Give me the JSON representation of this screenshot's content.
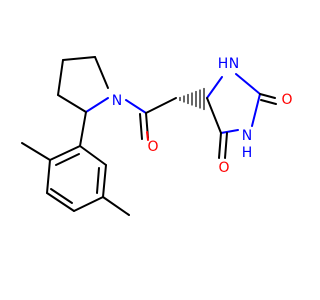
{
  "colors": {
    "background": "#ffffff",
    "carbon_bond": "#000000",
    "oxygen": "#ff0000",
    "nitrogen": "#0000ff"
  },
  "atoms": {
    "n_pyrrolidine": "N",
    "n_imid_top": "N",
    "h_imid_top": "H",
    "n_imid_bottom": "N",
    "h_imid_bottom": "H",
    "o_amide": "O",
    "o_urea": "O",
    "o_imide": "O"
  }
}
